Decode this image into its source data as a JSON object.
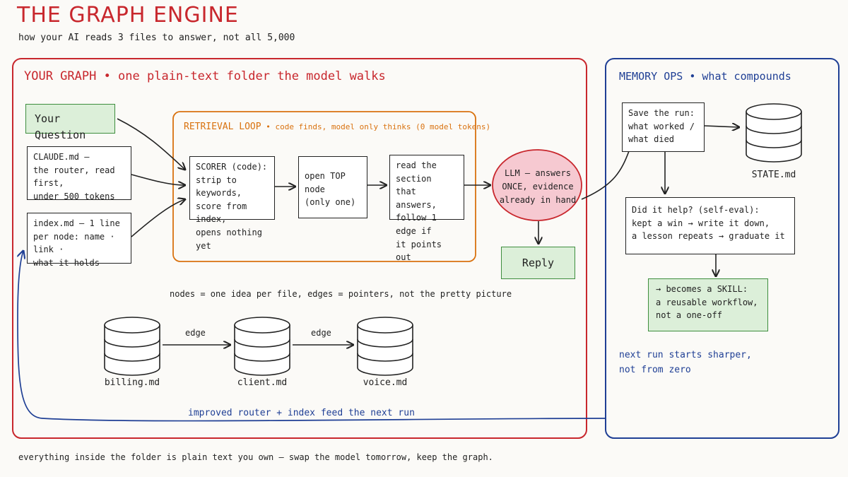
{
  "header": {
    "title": "THE GRAPH ENGINE",
    "subtitle": "how your AI reads 3 files to answer, not all 5,000"
  },
  "graph_panel": {
    "title": "YOUR GRAPH • one plain-text folder the model walks",
    "your_question": "Your Question",
    "claude_md": "CLAUDE.md —\nthe router, read first,\nunder 500 tokens",
    "index_md": "index.md — 1 line\nper node: name · link ·\nwhat it holds",
    "reply": "Reply",
    "nodes_caption": "nodes = one idea per file, edges = pointers, not the pretty picture",
    "nodes": [
      "billing.md",
      "client.md",
      "voice.md"
    ],
    "edge_label": "edge",
    "feedback_label": "improved router + index feed the next run"
  },
  "retrieval_loop": {
    "title": "RETRIEVAL LOOP",
    "title_note": " • code finds, model only thinks (0 model tokens)",
    "scorer": "SCORER (code):\nstrip to keywords,\nscore from index,\nopens nothing yet",
    "open_top": "open TOP node\n(only one)",
    "read_section": "read the section\nthat answers,\nfollow 1 edge if\nit points out"
  },
  "llm": {
    "text": "LLM — answers\nONCE, evidence\nalready in hand"
  },
  "memory_panel": {
    "title": "MEMORY OPS",
    "title_note": " • what compounds",
    "save_run": "Save the run:\nwhat worked /\nwhat died",
    "state_md": "STATE.md",
    "self_eval": "Did it help? (self-eval):\nkept a win → write it down,\na lesson repeats → graduate it",
    "skill": "→ becomes a SKILL:\na reusable workflow,\nnot a one-off",
    "next_run": "next run starts sharper,\nnot from zero"
  },
  "footer": {
    "text": "everything inside the folder is plain text you own — swap the model tomorrow, keep the graph."
  },
  "colors": {
    "red": "#c8272d",
    "blue": "#1f3f95",
    "orange": "#d9720f",
    "green_fill": "#dcefd9",
    "green_stroke": "#3e8e3e",
    "pink_fill": "#f6c9d1",
    "pink_stroke": "#c8272d"
  }
}
